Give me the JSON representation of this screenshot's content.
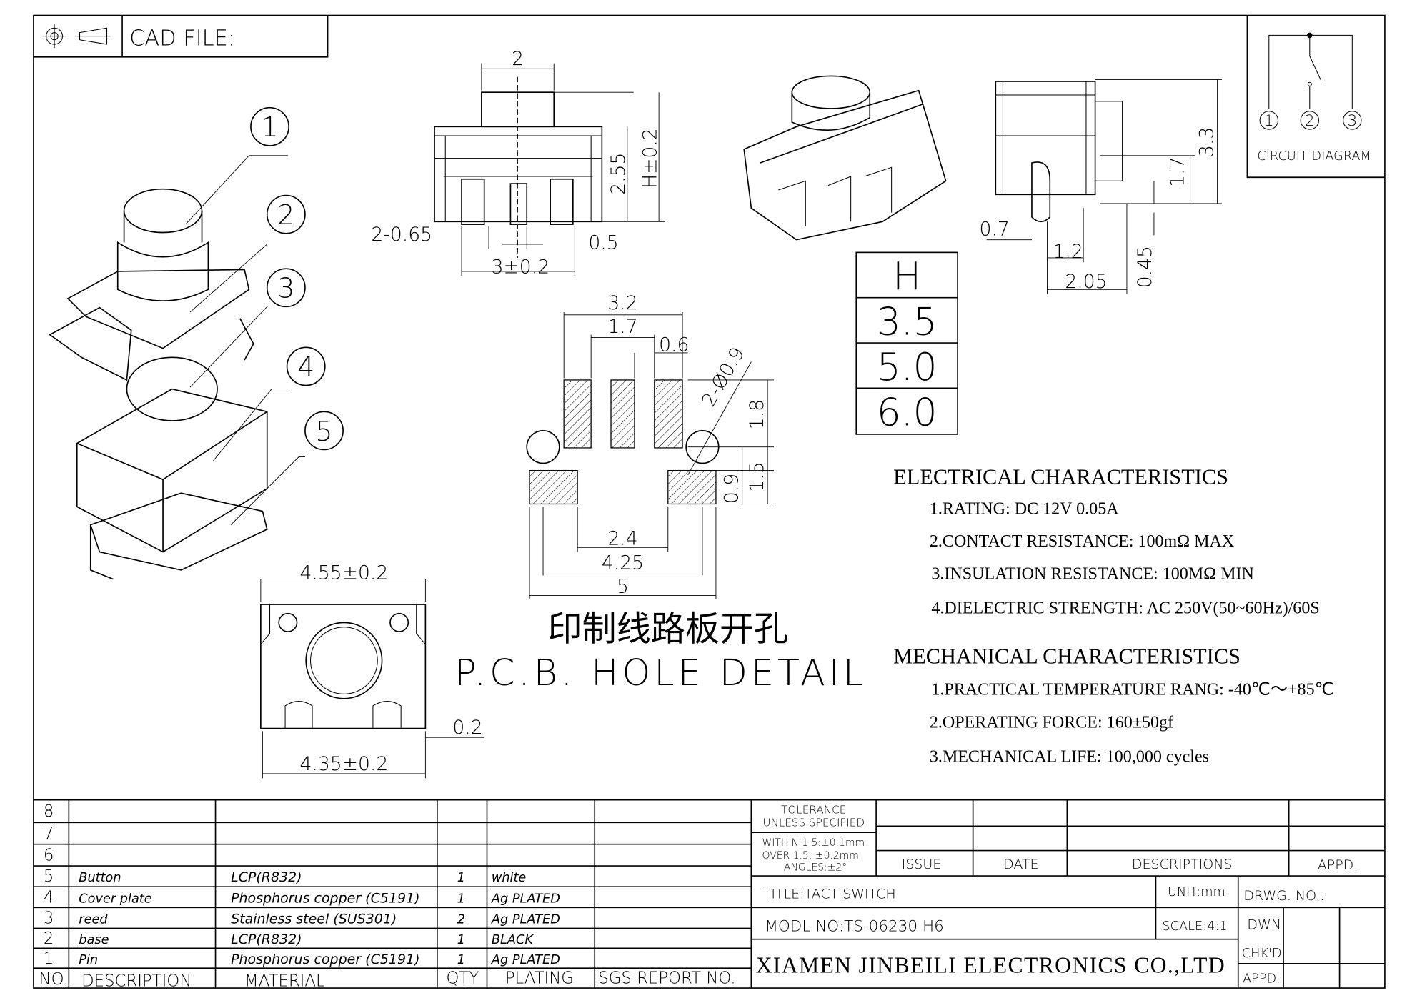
{
  "header": {
    "cad_file_label": "CAD FILE:"
  },
  "balloons": [
    "1",
    "2",
    "3",
    "4",
    "5"
  ],
  "front_view": {
    "dims": [
      "2",
      "2.55",
      "H±0.2",
      "2-0.65",
      "0.5",
      "3±0.2"
    ]
  },
  "pcb": {
    "dims": [
      "3.2",
      "1.7",
      "0.6",
      "2-Ø0.9",
      "1.8",
      "1.5",
      "0.9",
      "2.4",
      "4.25",
      "5"
    ],
    "title_cn": "印制线路板开孔",
    "title_en": "P.C.B. HOLE DETAIL"
  },
  "top_view": {
    "dims": [
      "4.55±0.2",
      "4.35±0.2",
      "0.2"
    ]
  },
  "side_view": {
    "dims": [
      "3.3",
      "1.7",
      "0.7",
      "1.2",
      "2.05",
      "0.45"
    ]
  },
  "height_table": {
    "header": "H",
    "values": [
      "3.5",
      "5.0",
      "6.0"
    ]
  },
  "circuit": {
    "pins": [
      "1",
      "2",
      "3"
    ],
    "label": "CIRCUIT DIAGRAM"
  },
  "electrical": {
    "title": "ELECTRICAL CHARACTERISTICS",
    "items": [
      "1.RATING: DC 12V 0.05A",
      "2.CONTACT RESISTANCE: 100mΩ MAX",
      "3.INSULATION RESISTANCE: 100MΩ MIN",
      "4.DIELECTRIC STRENGTH: AC 250V(50~60Hz)/60S"
    ]
  },
  "mechanical": {
    "title": "MECHANICAL CHARACTERISTICS",
    "items": [
      "1.PRACTICAL TEMPERATURE RANG: -40℃～+85℃",
      "2.OPERATING FORCE: 160±50gf",
      "3.MECHANICAL LIFE: 100,000 cycles"
    ]
  },
  "bom": {
    "headers": [
      "NO.",
      "DESCRIPTION",
      "MATERIAL",
      "QTY",
      "PLATING",
      "SGS REPORT NO."
    ],
    "rows": [
      {
        "no": "8",
        "desc": "",
        "mat": "",
        "qty": "",
        "plating": ""
      },
      {
        "no": "7",
        "desc": "",
        "mat": "",
        "qty": "",
        "plating": ""
      },
      {
        "no": "6",
        "desc": "",
        "mat": "",
        "qty": "",
        "plating": ""
      },
      {
        "no": "5",
        "desc": "Button",
        "mat": "LCP(R832)",
        "qty": "1",
        "plating": "white"
      },
      {
        "no": "4",
        "desc": "Cover plate",
        "mat": "Phosphorus copper (C5191)",
        "qty": "1",
        "plating": "Ag PLATED"
      },
      {
        "no": "3",
        "desc": "reed",
        "mat": "Stainless steel (SUS301)",
        "qty": "2",
        "plating": "Ag PLATED"
      },
      {
        "no": "2",
        "desc": "base",
        "mat": "LCP(R832)",
        "qty": "1",
        "plating": "BLACK"
      },
      {
        "no": "1",
        "desc": "Pin",
        "mat": "Phosphorus copper (C5191)",
        "qty": "1",
        "plating": "Ag PLATED"
      }
    ]
  },
  "title_block": {
    "tolerance_1": "TOLERANCE",
    "tolerance_2": "UNLESS SPECIFIED",
    "within": "WITHIN 1.5:±0.1mm",
    "over": "OVER 1.5: ±0.2mm",
    "angles": "ANGLES:±2°",
    "issue": "ISSUE",
    "date": "DATE",
    "descriptions": "DESCRIPTIONS",
    "appd": "APPD.",
    "title": "TITLE:TACT SWITCH",
    "unit": "UNIT:mm",
    "drwg_no": "DRWG. NO.:",
    "model": "MODL NO:TS-06230 H6",
    "scale": "SCALE:4:1",
    "dwn": "DWN",
    "chkd": "CHK'D",
    "appd2": "APPD.",
    "company": "XIAMEN JINBEILI ELECTRONICS CO.,LTD"
  }
}
